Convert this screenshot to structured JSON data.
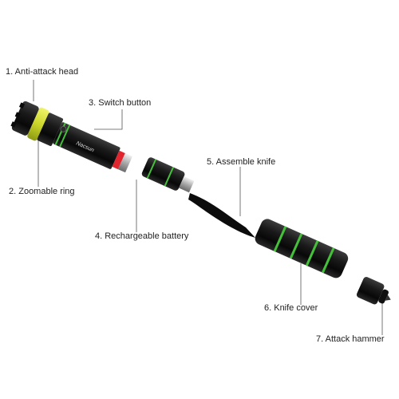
{
  "labels": {
    "anti_attack_head": "1. Anti-attack head",
    "zoomable_ring": "2. Zoomable ring",
    "switch_button": "3. Switch button",
    "rechargeable_battery": "4. Rechargeable battery",
    "assemble_knife": "5. Assemble knife",
    "knife_cover": "6. Knife cover",
    "attack_hammer": "7. Attack hammer"
  },
  "brand": "Nacsun",
  "colors": {
    "body": "#141414",
    "accent_green": "#45c03a",
    "zoom_ring_yellow": "#d7e13a",
    "red_band": "#e0252e",
    "leader_line": "#555555"
  }
}
